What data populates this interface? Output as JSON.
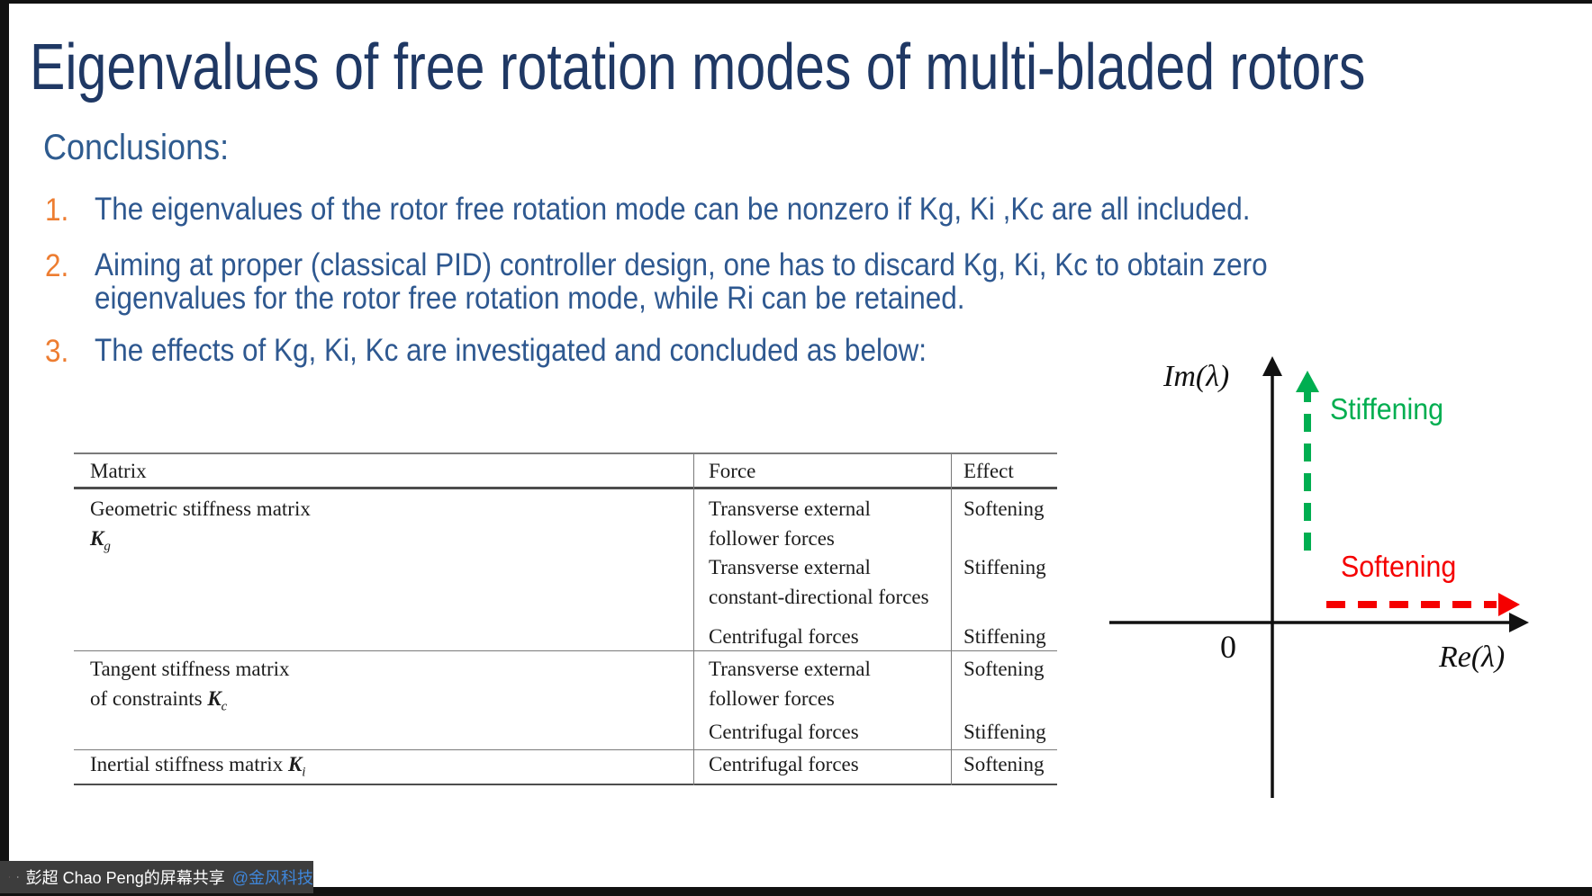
{
  "slide": {
    "title": "Eigenvalues of free rotation modes of multi-bladed rotors",
    "conclusions_heading": "Conclusions:",
    "points": [
      {
        "num": "1.",
        "lines": [
          "The eigenvalues of the rotor free rotation mode can be nonzero if Kg, Ki ,Kc are all included."
        ]
      },
      {
        "num": "2.",
        "lines": [
          "Aiming at proper (classical PID) controller design, one has to discard Kg, Ki, Kc to obtain zero",
          "eigenvalues for the rotor free rotation mode, while Ri can be retained."
        ]
      },
      {
        "num": "3.",
        "lines": [
          "The effects of Kg, Ki, Kc are investigated and concluded as below:"
        ]
      }
    ],
    "colors": {
      "title": "#1f3864",
      "body": "#2e5890",
      "list_number": "#ed7d31"
    }
  },
  "table": {
    "headers": [
      "Matrix",
      "Force",
      "Effect"
    ],
    "matrix_rows": [
      {
        "line1": "Geometric stiffness matrix",
        "line2_prefix": "",
        "sym": "K",
        "sub": "g"
      },
      {
        "line1": "Tangent stiffness matrix",
        "line2_prefix": "of constraints ",
        "sym": "K",
        "sub": "c"
      },
      {
        "line1": "Inertial stiffness matrix ",
        "line2_prefix": "",
        "sym": "K",
        "sub": "i"
      }
    ],
    "force_cells": [
      {
        "lines": [
          "Transverse external",
          "follower forces"
        ]
      },
      {
        "lines": [
          "Transverse external",
          "constant-directional forces"
        ]
      },
      {
        "lines": [
          "Centrifugal forces"
        ]
      },
      {
        "lines": [
          "Transverse external",
          "follower forces"
        ]
      },
      {
        "lines": [
          "Centrifugal forces"
        ]
      },
      {
        "lines": [
          "Centrifugal forces"
        ]
      }
    ],
    "effects": [
      "Softening",
      "Stiffening",
      "Stiffening",
      "Softening",
      "Stiffening",
      "Softening"
    ]
  },
  "diagram": {
    "im_label": "Im(λ)",
    "re_label": "Re(λ)",
    "origin_label": "0",
    "stiffening_label": "Stiffening",
    "softening_label": "Softening",
    "stiffening_color": "#00ae50",
    "softening_color": "#f50000"
  },
  "status_bar": {
    "sharer_text": "彭超 Chao Peng的屏幕共享",
    "mention_text": "@金风科技",
    "mention_color": "#3f87db",
    "icons": [
      "mic-muted-icon",
      "screen-share-icon"
    ]
  }
}
